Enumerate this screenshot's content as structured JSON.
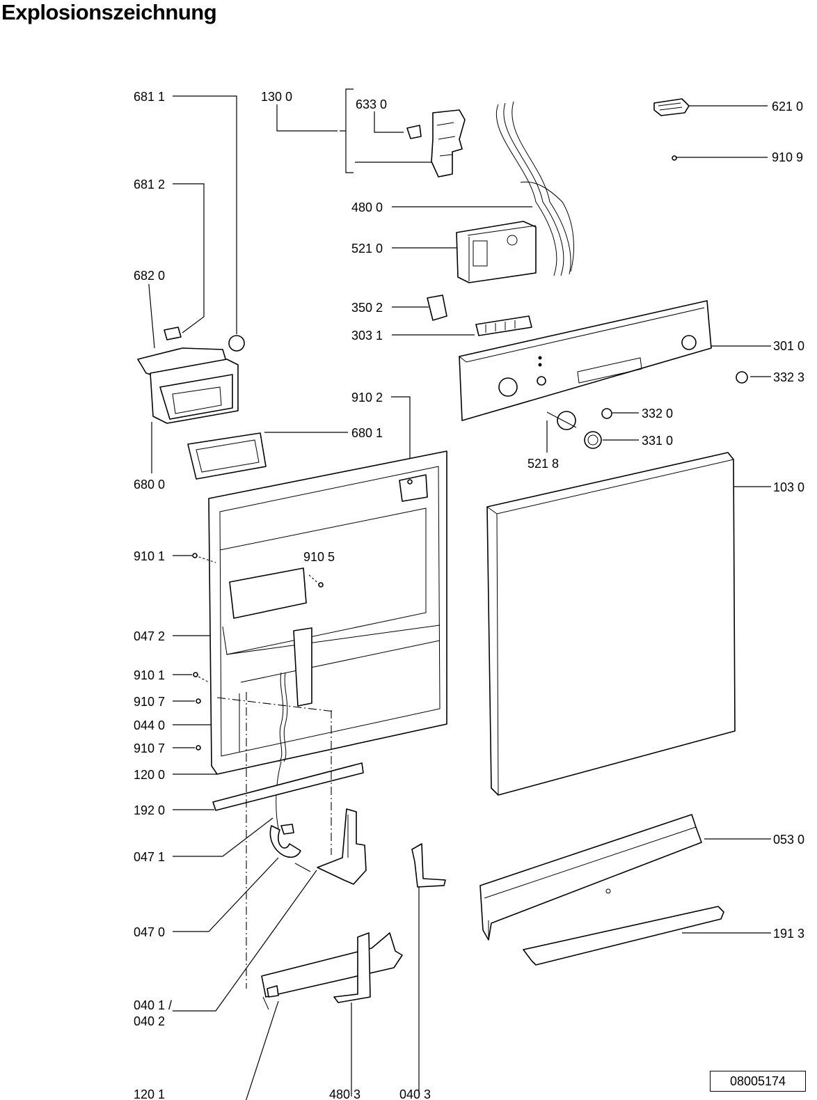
{
  "title": "Explosionszeichnung",
  "document_number": "08005174",
  "part_labels": [
    "681 1",
    "130 0",
    "633 0",
    "621 0",
    "910 9",
    "681 2",
    "480 0",
    "521 0",
    "682 0",
    "350 2",
    "303 1",
    "301 0",
    "332 3",
    "910 2",
    "332 0",
    "680 1",
    "331 0",
    "680 0",
    "521 8",
    "103 0",
    "910 1",
    "910 5",
    "047 2",
    "910 1",
    "910 7",
    "044 0",
    "910 7",
    "120 0",
    "192 0",
    "047 1",
    "053 0",
    "047 0",
    "191 3",
    "040 1 /",
    "040 2",
    "120 1",
    "480 3",
    "040 3"
  ]
}
